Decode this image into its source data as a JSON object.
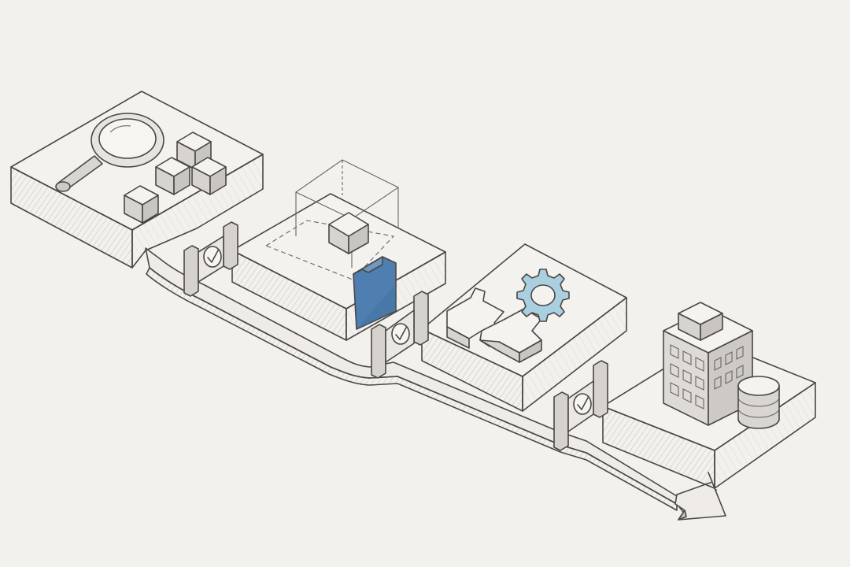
{
  "canvas": {
    "background": "#f3f1ee"
  },
  "colors": {
    "ink": "#4a4744",
    "top_face": "#f4f2ef",
    "side_light": "#dcd9d5",
    "side_dark": "#c9c5c0",
    "folder_blue": "#4f7fb0",
    "gear_blue": "#a9cfe0",
    "checkpoint_face": "#ebe8e4"
  },
  "stages": [
    {
      "id": "discover",
      "icons": [
        "magnifier-icon",
        "cube-cluster-icon"
      ]
    },
    {
      "id": "design",
      "icons": [
        "wireframe-box-icon",
        "cube-icon",
        "folder-icon"
      ]
    },
    {
      "id": "integrate",
      "icons": [
        "puzzle-icon",
        "gear-icon"
      ]
    },
    {
      "id": "deploy",
      "icons": [
        "building-icon",
        "database-icon"
      ]
    }
  ],
  "checkpoints": [
    {
      "id": "checkpoint-1",
      "icon": "checkmark-icon",
      "status": "passed"
    },
    {
      "id": "checkpoint-2",
      "icon": "checkmark-icon",
      "status": "passed"
    },
    {
      "id": "checkpoint-3",
      "icon": "checkmark-icon",
      "status": "passed"
    }
  ],
  "flow": {
    "direction": "down-right",
    "end_icon": "arrow-icon"
  }
}
